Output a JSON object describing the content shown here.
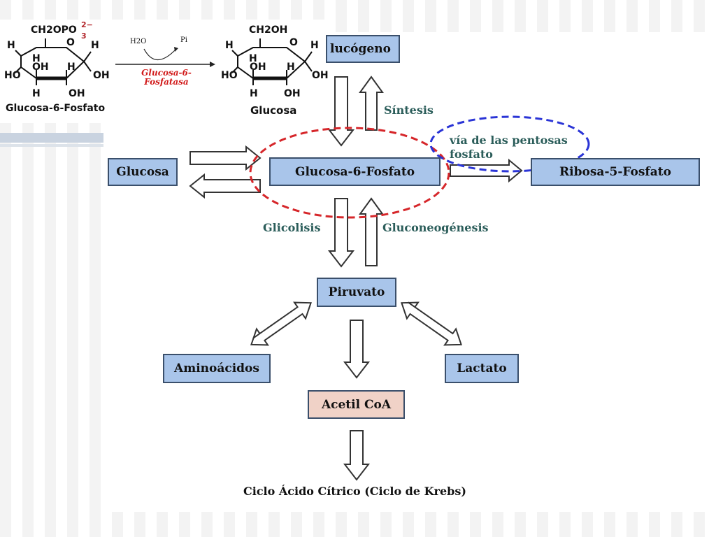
{
  "boxes": {
    "glucogeno": "lucógeno",
    "glucosa": "Glucosa",
    "g6p": "Glucosa-6-Fosfato",
    "ribosa": "Ribosa-5-Fosfato",
    "piruvato": "Piruvato",
    "aminoacidos": "Aminoácidos",
    "lactato": "Lactato",
    "acetil": "Acetil CoA"
  },
  "labels": {
    "sintesis": "Síntesis",
    "pentosas_line1": "vía de las pentosas",
    "pentosas_line2": "fosfato",
    "glicolisis": "Glicolisis",
    "gluconeogenesis": "Gluconeogénesis",
    "krebs": "Ciclo Ácido Cítrico (Ciclo de Krebs)"
  },
  "reaction": {
    "left_caption": "Glucosa-6-Fosfato",
    "right_caption": "Glucosa",
    "water": "H2O",
    "pi": "Pi",
    "enzyme_line1": "Glucosa-6-",
    "enzyme_line2": "Fosfatasa",
    "left_group": "CH2OPO",
    "phosphate_charge": "2−",
    "phosphate_sub": "3",
    "right_group": "CH2OH",
    "ring_o": "O",
    "h": "H",
    "oh": "OH",
    "ho": "HO"
  },
  "colors": {
    "box_blue": "#a9c5ea",
    "box_peach": "#f0d2c7",
    "label_teal": "#2b5d5a",
    "ellipse_red": "#d6262a",
    "ellipse_blue": "#2a34d6"
  }
}
